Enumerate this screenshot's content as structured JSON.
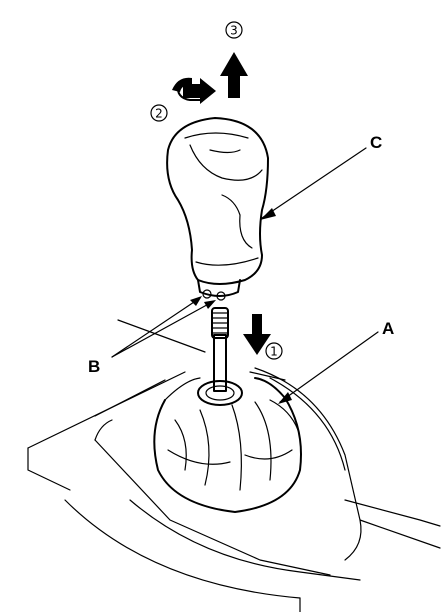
{
  "labels": {
    "a": "A",
    "b": "B",
    "c": "C"
  },
  "steps": {
    "one": "1",
    "two": "2",
    "three": "3"
  },
  "colors": {
    "ink": "#000000",
    "paper": "#ffffff"
  },
  "icons": {
    "step1": "arrow-down-icon",
    "step2": "rotate-icon",
    "step3": "arrow-up-icon"
  }
}
